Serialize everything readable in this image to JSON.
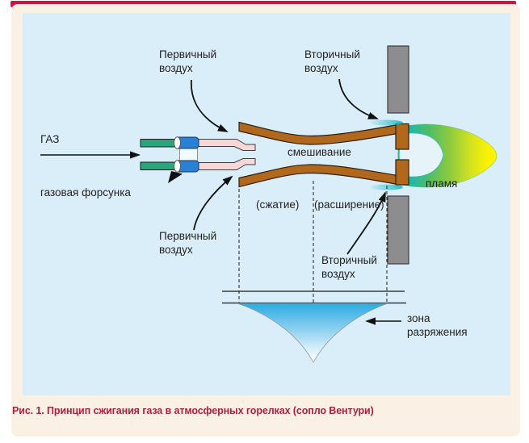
{
  "figure": {
    "caption": "Рис. 1. Принцип сжигания газа в атмосферных горелках (сопло Вентури)"
  },
  "labels": {
    "gas": "ГАЗ",
    "gas_nozzle": "газовая форсунка",
    "primary_air_top": "Первичный\nвоздух",
    "primary_air_bottom": "Первичный\nвоздух",
    "secondary_air_top": "Вторичный\nвоздух",
    "secondary_air_bottom": "Вторичный\nвоздух",
    "mixing": "смешивание",
    "compression": "(сжатие)",
    "expansion": "(расширение)",
    "flame": "пламя",
    "vacuum_zone": "зона\nразряжения"
  },
  "colors": {
    "figure_bar": "#d5123e",
    "caption_text": "#ac1f3e",
    "card_bg": "#fbf0e4",
    "panel_bg": "#d9eef8",
    "venturi_brown": "#b2681c",
    "plate_gray": "#8d8d8f",
    "tube_green": "#2aa47d",
    "tube_blue": "#2b7fd4",
    "tube_pink": "#f7d8d9",
    "flame_teal": "#0fb6c3",
    "flame_green": "#8fcb3f",
    "flame_yellow": "#fff200",
    "vacuum_blue": "#2aabe2"
  }
}
